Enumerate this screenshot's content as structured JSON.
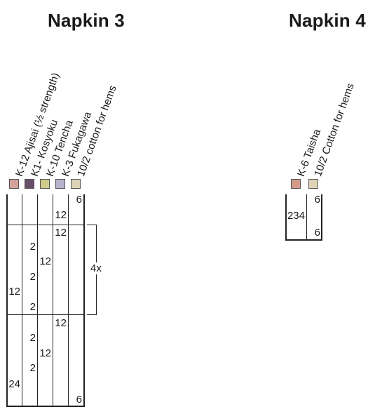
{
  "napkin3": {
    "title": "Napkin 3",
    "yarns": [
      {
        "label": "K-12 Ajisai (½ strength)",
        "color": "#d4a29a"
      },
      {
        "label": "K1- Kosyoku",
        "color": "#6a4f6a"
      },
      {
        "label": "K-10 Tencha",
        "color": "#cfcb8a"
      },
      {
        "label": "K-3 Fukagawa",
        "color": "#b7b3cf"
      },
      {
        "label": "10/2 cotton for hems",
        "color": "#ddd3b6"
      }
    ],
    "cells": [
      "6",
      "12",
      "12",
      "2",
      "12",
      "2",
      "12",
      "2",
      "12",
      "2",
      "12",
      "2",
      "24",
      "6"
    ],
    "repeat_label": "4x"
  },
  "napkin4": {
    "title": "Napkin 4",
    "yarns": [
      {
        "label": "K-6 Taisha",
        "color": "#d39a88"
      },
      {
        "label": "10/2 Cotton for hems",
        "color": "#ddd3b6"
      }
    ],
    "cells": [
      "6",
      "234",
      "6"
    ]
  }
}
